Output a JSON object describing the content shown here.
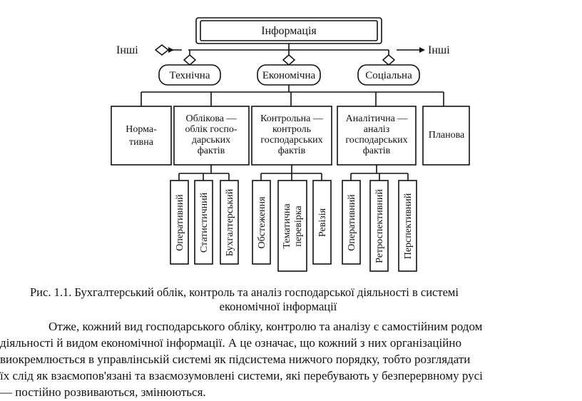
{
  "diagram": {
    "root": "Інформація",
    "other_left": "Інші",
    "other_right": "Інші",
    "level2": [
      "Технічна",
      "Економічна",
      "Соціальна"
    ],
    "level3": [
      [
        "Норма-",
        "тивна"
      ],
      [
        "Облікова —",
        "облік госпо-",
        "дарських",
        "фактів"
      ],
      [
        "Контрольна —",
        "контроль",
        "господарських",
        "фактів"
      ],
      [
        "Аналітична —",
        "аналіз",
        "господарських",
        "фактів"
      ],
      [
        "Планова"
      ]
    ],
    "level4": [
      [
        "Оперативний"
      ],
      [
        "Статистичний"
      ],
      [
        "Бухгалтерський"
      ],
      [
        "Обстеження"
      ],
      [
        "Тематична",
        "перевірка"
      ],
      [
        "Ревізія"
      ],
      [
        "Оперативний"
      ],
      [
        "Ретроспективний"
      ],
      [
        "Перспективний"
      ]
    ]
  },
  "caption": {
    "line1": "Рис. 1.1. Бухгалтерський облік, контроль та аналіз господарської діяльності в системі",
    "line2": "економічної інформації"
  },
  "paragraph": [
    "Отже, кожний вид господарського обліку, контролю та аналізу є самостійним родом",
    "діяльності й видом економічної інформації. А це означає, що кожний з них організаційно",
    "виокремлюється в управлінській системі як підсистема нижчого порядку, тобто розглядати",
    "їх слід як взаємопов'язані та взаємозумовлені системи, які перебувають у безперервному русі",
    "— постійно розвиваються, змінюються."
  ]
}
